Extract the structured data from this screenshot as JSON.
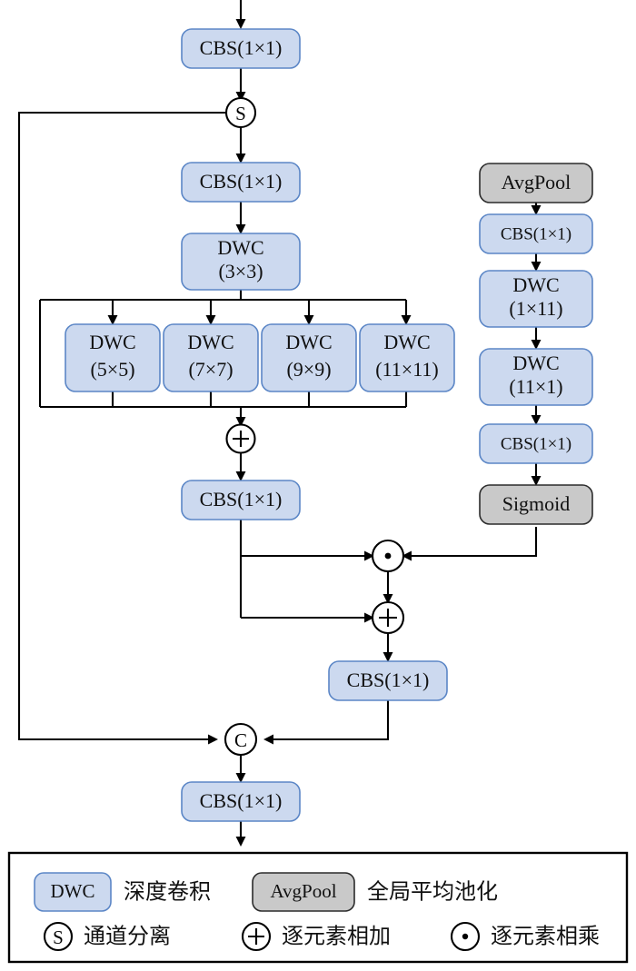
{
  "figure": {
    "type": "neural-network-block-diagram",
    "colors": {
      "block_blue_fill": "#ccd9ef",
      "block_blue_stroke": "#5b86c6",
      "block_gray_fill": "#c9c9c9",
      "block_gray_stroke": "#2b2b2b",
      "line": "#000000",
      "background": "#ffffff"
    }
  },
  "blocks": {
    "stem_cbs": "CBS(1×1)",
    "main_cbs": "CBS(1×1)",
    "dwc3_line1": "DWC",
    "dwc3_line2": "(3×3)",
    "dwc5_line1": "DWC",
    "dwc5_line2": "(5×5)",
    "dwc7_line1": "DWC",
    "dwc7_line2": "(7×7)",
    "dwc9_line1": "DWC",
    "dwc9_line2": "(9×9)",
    "dwc11_line1": "DWC",
    "dwc11_line2": "(11×11)",
    "fuse_cbs": "CBS(1×1)",
    "attn_cbs": "CBS(1×1)",
    "out_cbs": "CBS(1×1)",
    "avgpool": "AvgPool",
    "right_cbs_top": "CBS(1×1)",
    "right_dwc_1x11_line1": "DWC",
    "right_dwc_1x11_line2": "(1×11)",
    "right_dwc_11x1_line1": "DWC",
    "right_dwc_11x1_line2": "(11×1)",
    "right_cbs_bottom": "CBS(1×1)",
    "sigmoid": "Sigmoid"
  },
  "nodes": {
    "split": "S",
    "add_multi_scale": "+",
    "multiply": "⊙",
    "add_residual": "+",
    "concat": "C"
  },
  "legend": {
    "items": [
      {
        "chip": "DWC",
        "chip_style": "blue",
        "text": "深度卷积"
      },
      {
        "chip": "AvgPool",
        "chip_style": "gray",
        "text": "全局平均池化"
      },
      {
        "chip": "S",
        "chip_style": "circle",
        "text": "通道分离"
      },
      {
        "chip": "+",
        "chip_style": "circle",
        "text": "逐元素相加"
      },
      {
        "chip": "⊙",
        "chip_style": "circle",
        "text": "逐元素相乘"
      }
    ]
  }
}
